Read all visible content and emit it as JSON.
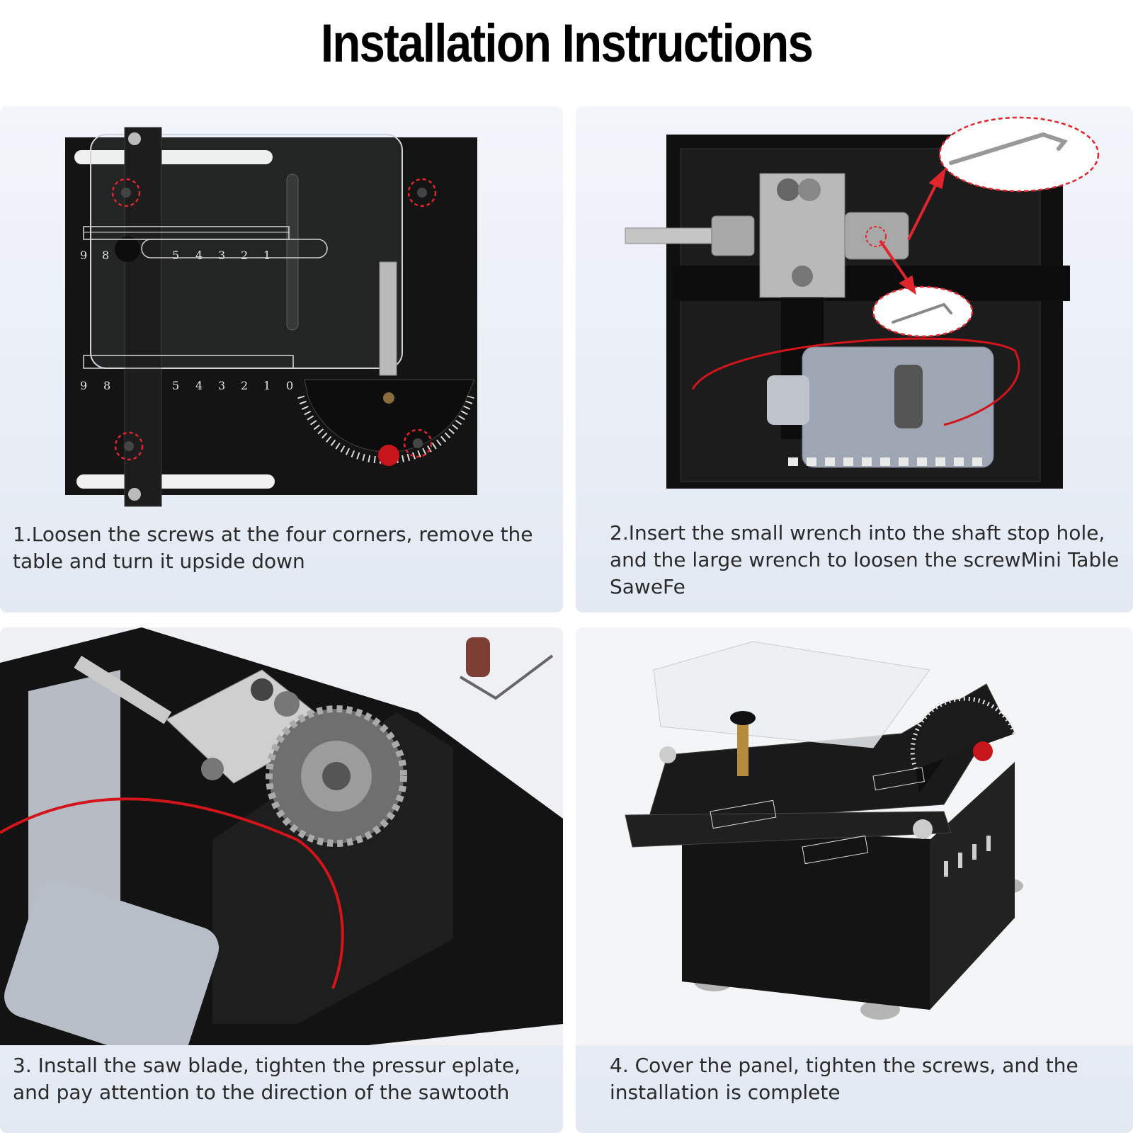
{
  "title": "Installation Instructions",
  "steps": [
    {
      "caption": "1.Loosen the screws at the four corners, remove the table and turn it upside down"
    },
    {
      "caption": "2.Insert the small wrench into the shaft stop hole, and the large wrench to loosen the screwMini Table SaweFe"
    },
    {
      "caption": "3.  Install the saw blade, tighten the pressur eplate, and pay attention to the direction of the sawtooth"
    },
    {
      "caption": "4. Cover the panel, tighten the screws, and the installation is complete"
    }
  ],
  "ruler_labels": {
    "top": [
      "9",
      "8",
      "5",
      "4",
      "3",
      "2",
      "1"
    ],
    "bottom": [
      "9",
      "8",
      "5",
      "4",
      "3",
      "2",
      "1",
      "0"
    ]
  },
  "colors": {
    "highlight": "#e0262c",
    "panel": "#161616",
    "card_bg": "#e8edf5"
  }
}
